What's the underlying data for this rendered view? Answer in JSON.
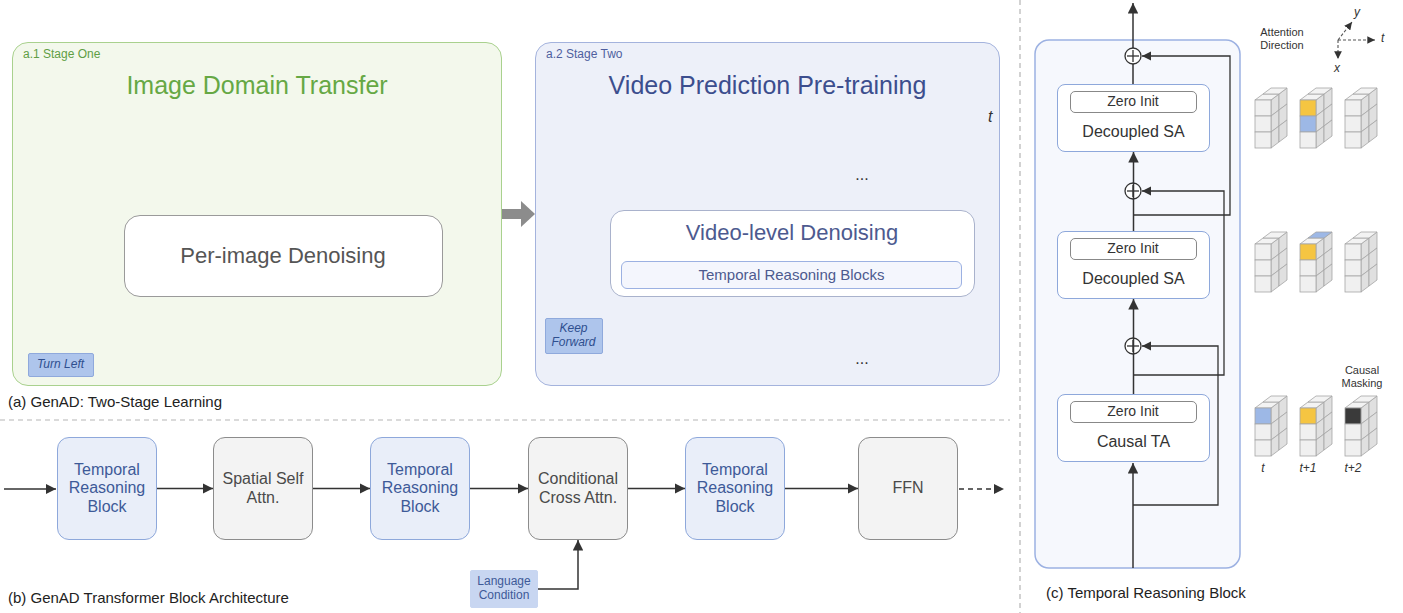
{
  "diagram": {
    "nodes": [
      {
        "text": [
          "a.1 Stage One",
          "Image Domain Transfer"
        ]
      },
      {
        "text": [
          "Per-image Denoising"
        ],
        "in": 0
      },
      {
        "text": [
          "Turn Left"
        ],
        "in": 0
      },
      {
        "text": [
          "a.2 Stage Two",
          "Video Prediction Pre-training"
        ]
      },
      {
        "text": [
          "Video-level Denoising"
        ],
        "in": 3
      },
      {
        "text": [
          "Temporal Reasoning Blocks"
        ],
        "in": 4
      },
      {
        "text": [
          "Keep Forward"
        ],
        "in": 3
      },
      {
        "text": [
          "Temporal Reasoning Block"
        ]
      },
      {
        "text": [
          "Spatial Self Attn."
        ]
      },
      {
        "text": [
          "Temporal Reasoning Block"
        ]
      },
      {
        "text": [
          "Conditional Cross Attn."
        ]
      },
      {
        "text": [
          "Temporal Reasoning Block"
        ]
      },
      {
        "text": [
          "FFN"
        ]
      },
      {
        "text": [
          "Language Condition"
        ]
      },
      {
        "text": [
          "Decoupled SA"
        ]
      },
      {
        "text": [
          "Zero Init"
        ],
        "in": 14
      },
      {
        "text": [
          "Decoupled SA"
        ]
      },
      {
        "text": [
          "Zero Init"
        ],
        "in": 16
      },
      {
        "text": [
          "Causal TA"
        ]
      },
      {
        "text": [
          "Zero Init"
        ],
        "in": 18
      }
    ],
    "edges": [
      {
        "from": 0,
        "to": 3,
        "arrow": "to"
      },
      {
        "from": 2,
        "to": 1,
        "arrow": "to"
      },
      {
        "from": 6,
        "to": 4,
        "arrow": "to"
      },
      {
        "from": 7,
        "to": 8,
        "arrow": "to"
      },
      {
        "from": 8,
        "to": 9,
        "arrow": "to"
      },
      {
        "from": 9,
        "to": 10,
        "arrow": "to"
      },
      {
        "from": 10,
        "to": 11,
        "arrow": "to"
      },
      {
        "from": 11,
        "to": 12,
        "arrow": "to"
      },
      {
        "from": 13,
        "to": 10,
        "arrow": "to"
      },
      {
        "from": 18,
        "to": 16,
        "arrow": "to"
      },
      {
        "from": 16,
        "to": 14,
        "arrow": "to"
      }
    ],
    "labels": [
      "t",
      "...",
      "...",
      "(a) GenAD: Two-Stage Learning",
      "(b) GenAD Transformer Block Architecture",
      "Attention Direction",
      "y",
      "t",
      "x",
      "Causal Masking",
      "t",
      "t+1",
      "t+2",
      "(c) Temporal Reasoning Block"
    ]
  }
}
